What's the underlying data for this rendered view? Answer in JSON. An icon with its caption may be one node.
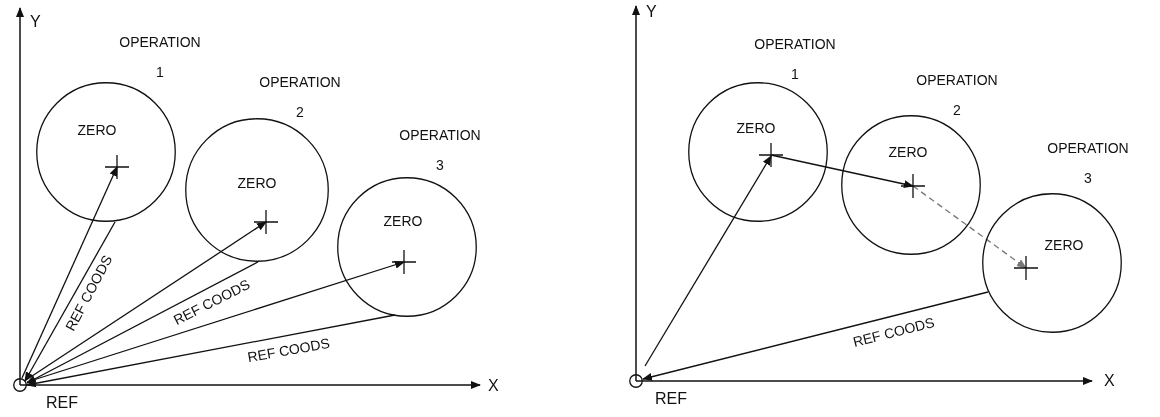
{
  "diagram": {
    "nodes": [
      {
        "text": [
          "REF"
        ]
      },
      {
        "text": [
          "OPERATION 1",
          "ZERO"
        ]
      },
      {
        "text": [
          "OPERATION 2",
          "ZERO"
        ]
      },
      {
        "text": [
          "OPERATION 3",
          "ZERO"
        ]
      },
      {
        "text": [
          "REF"
        ]
      },
      {
        "text": [
          "OPERATION 1",
          "ZERO"
        ]
      },
      {
        "text": [
          "OPERATION 2",
          "ZERO"
        ]
      },
      {
        "text": [
          "OPERATION 3",
          "ZERO"
        ]
      }
    ],
    "edges": [
      {
        "from": 0,
        "to": 1,
        "arrow": "to"
      },
      {
        "from": 1,
        "to": 0,
        "arrow": "to",
        "label": "REF COODS"
      },
      {
        "from": 0,
        "to": 2,
        "arrow": "to"
      },
      {
        "from": 2,
        "to": 0,
        "arrow": "to",
        "label": "REF COODS"
      },
      {
        "from": 0,
        "to": 3,
        "arrow": "to"
      },
      {
        "from": 3,
        "to": 0,
        "arrow": "to",
        "label": "REF COODS"
      },
      {
        "from": 4,
        "to": 5,
        "arrow": "to"
      },
      {
        "from": 5,
        "to": 6,
        "arrow": "to"
      },
      {
        "from": 6,
        "to": 7,
        "arrow": "to",
        "style": "dashed",
        "color": "#777777"
      },
      {
        "from": 7,
        "to": 4,
        "arrow": "to",
        "label": "REF COODS"
      }
    ],
    "labels": [
      "Y",
      "X",
      "Y",
      "X"
    ]
  }
}
